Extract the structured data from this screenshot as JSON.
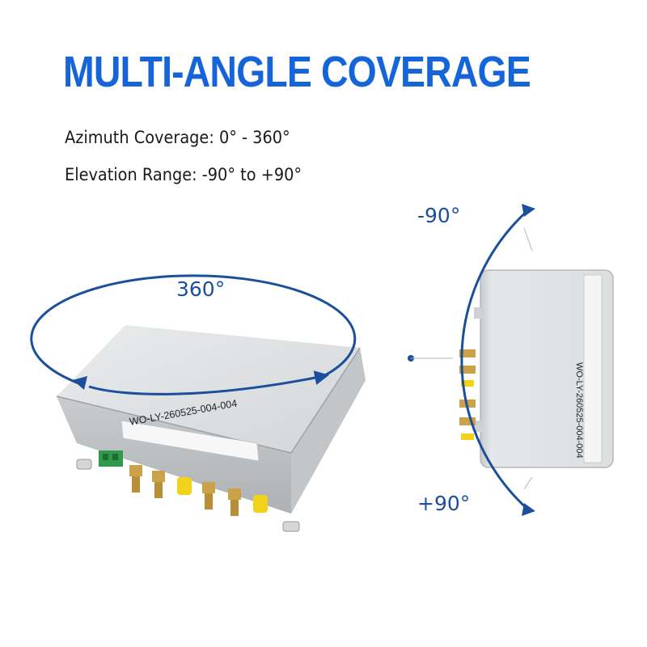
{
  "title": "MULTI-ANGLE COVERAGE",
  "specs": {
    "azimuth": "Azimuth Coverage: 0° - 360°",
    "elevation": "Elevation Range: -90° to +90°"
  },
  "labels": {
    "azimuth_angle": "360°",
    "elevation_top": "-90°",
    "elevation_bottom": "+90°"
  },
  "device": {
    "part_number": "WO-LY-260525-004-004"
  },
  "colors": {
    "title": "#1565d8",
    "arrow": "#1b4f9c",
    "housing": "#dcdee0",
    "connector": "#c9a24a",
    "cap": "#f2d21b"
  }
}
